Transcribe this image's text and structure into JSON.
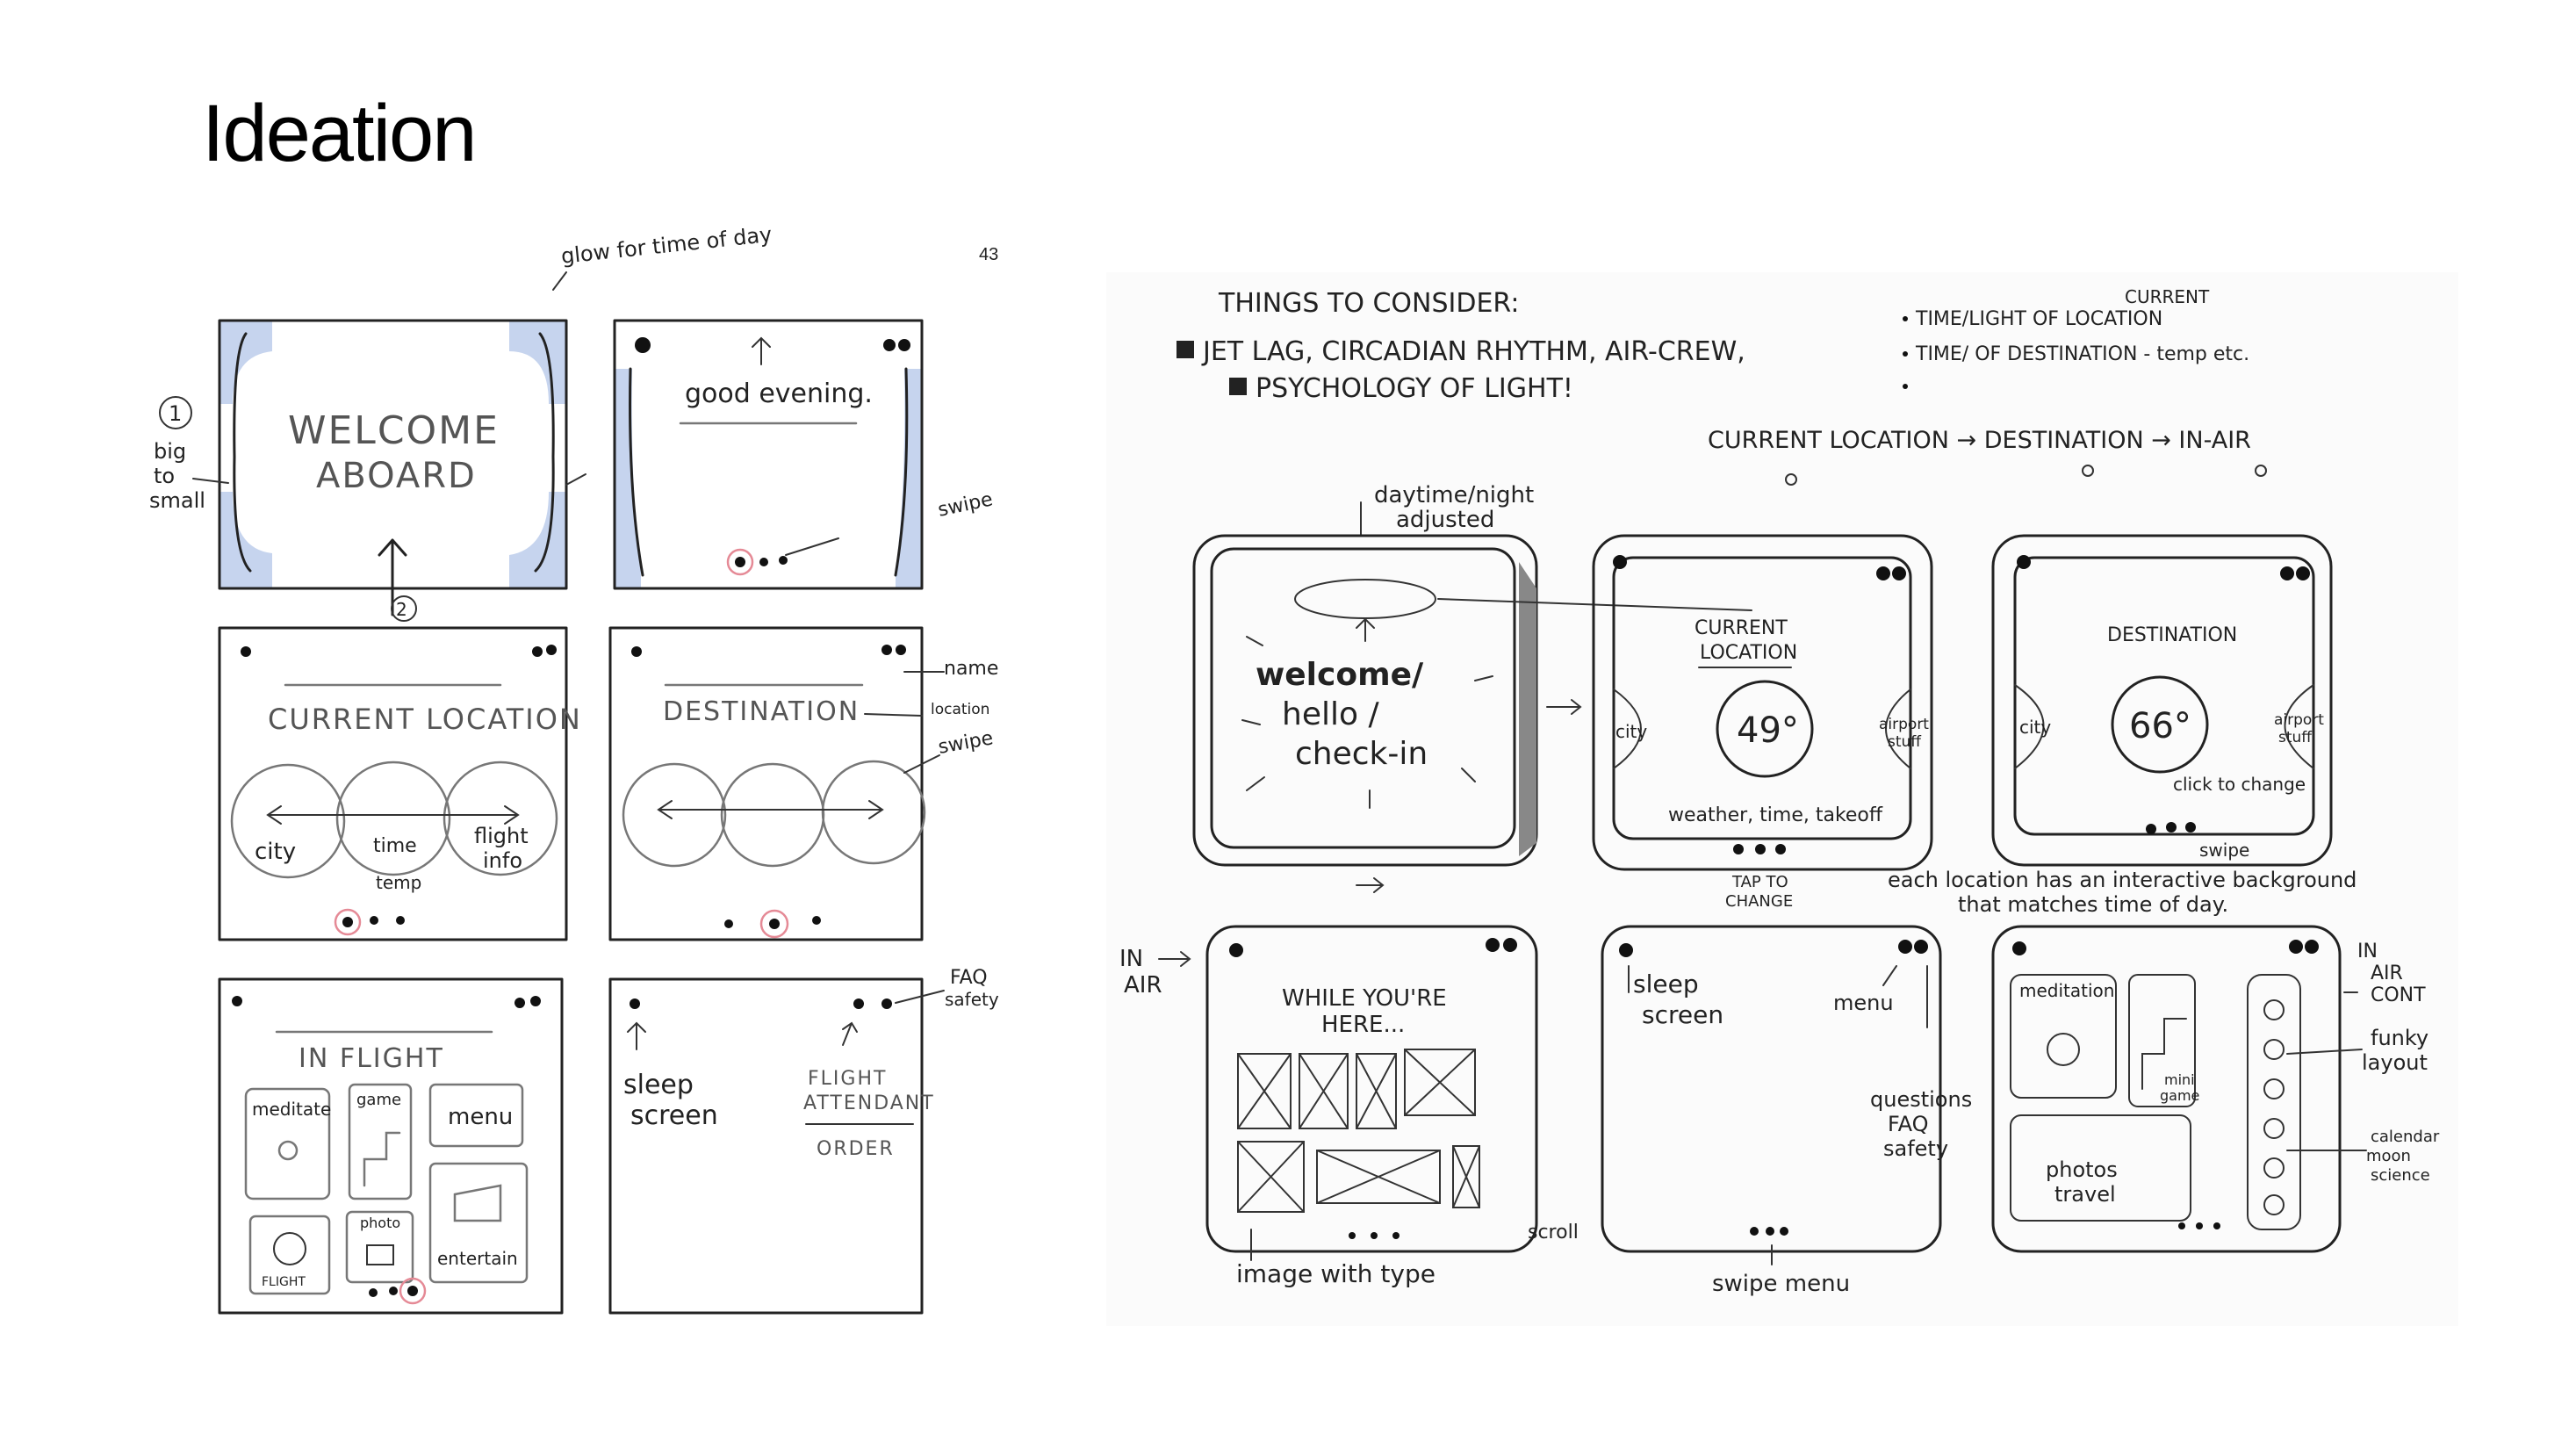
{
  "title": "Ideation",
  "page_number": "43",
  "left_sketches": {
    "top_note": "glow for time of day",
    "step_1": "1",
    "big_to_small": [
      "big",
      "to",
      "small"
    ],
    "step_2": "2",
    "welcome": [
      "WELCOME",
      "ABOARD"
    ],
    "good_evening": "good evening.",
    "swipe": "swipe",
    "current_location": "CURRENT LOCATION",
    "city": "city",
    "time": "time",
    "temp": "temp",
    "flight_info": [
      "flight",
      "info"
    ],
    "destination": "DESTINATION",
    "name": "name",
    "location": "location",
    "in_flight": "IN FLIGHT",
    "meditate": "meditate",
    "game": "game",
    "menu": "menu",
    "photo": "photo",
    "entertain": "entertain",
    "flight_stamp": "FLIGHT",
    "faq_safety": [
      "FAQ",
      "safety"
    ],
    "sleep_screen": [
      "sleep",
      "screen"
    ],
    "flight_attendant": [
      "FLIGHT",
      "ATTENDANT"
    ],
    "order": "ORDER"
  },
  "right_sketches": {
    "consider_title": "THINGS TO CONSIDER:",
    "consider_lines": [
      "JET LAG, CIRCADIAN RHYTHM, AIR-CREW,",
      "PSYCHOLOGY OF LIGHT!"
    ],
    "bullet_1": "TIME/LIGHT OF LOCATION",
    "bullet_1_note": "CURRENT",
    "bullet_2": "TIME/ OF DESTINATION - temp etc.",
    "flow": "CURRENT LOCATION → DESTINATION → IN-AIR",
    "daytime_night": [
      "daytime/night",
      "adjusted"
    ],
    "welcome_hello": [
      "welcome/",
      "hello /",
      "check-in"
    ],
    "current_location": [
      "CURRENT",
      "LOCATION"
    ],
    "destination": "DESTINATION",
    "temp_current": "49°",
    "temp_destination": "66°",
    "city": "city",
    "airport_stuff": [
      "airport",
      "stuff"
    ],
    "weather_line": "weather, time, takeoff",
    "tap_to_change": [
      "TAP TO",
      "CHANGE"
    ],
    "click_to_change": "click to change",
    "swipe": "swipe",
    "each_location": [
      "each location has an interactive background",
      "that matches time of day."
    ],
    "in_air": [
      "IN",
      "AIR"
    ],
    "while_here": [
      "WHILE YOU'RE",
      "HERE..."
    ],
    "scroll": "scroll",
    "image_with_type": "image with type",
    "sleep_screen": [
      "sleep",
      "screen"
    ],
    "menu": "menu",
    "questions": [
      "questions",
      "FAQ",
      "safety"
    ],
    "swipe_menu": "swipe menu",
    "meditation": "meditation",
    "mini_game": [
      "mini",
      "game"
    ],
    "photos_travel": [
      "photos",
      "travel"
    ],
    "in_air_cont": [
      "IN",
      "AIR",
      "CONT"
    ],
    "funky_layout": [
      "funky",
      "layout"
    ],
    "calendar": [
      "calendar",
      "moon",
      "science"
    ]
  }
}
